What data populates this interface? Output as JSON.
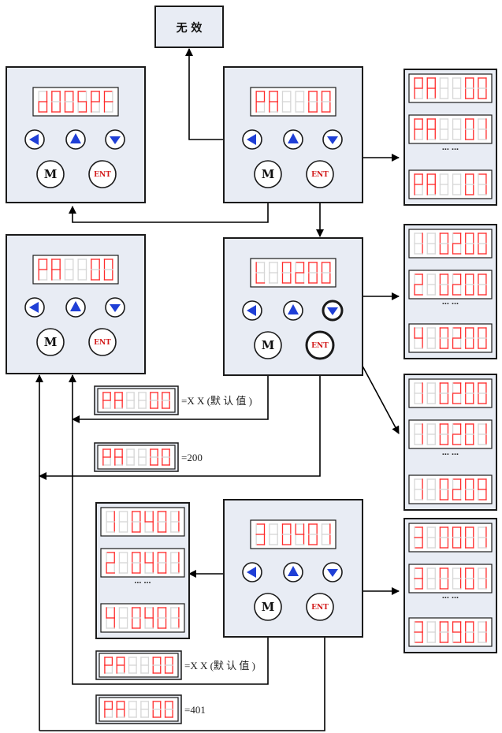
{
  "invalid_box": {
    "label": "无 效"
  },
  "panels": [
    {
      "id": "p1",
      "display": "d005PF",
      "m_label": "M",
      "ent_label": "ENT"
    },
    {
      "id": "p2",
      "display": "PA  00",
      "m_label": "M",
      "ent_label": "ENT"
    },
    {
      "id": "p3",
      "display": "PA  00",
      "m_label": "M",
      "ent_label": "ENT"
    },
    {
      "id": "p4",
      "display": "L 0200",
      "m_label": "M",
      "ent_label": "ENT"
    },
    {
      "id": "p5",
      "display": "3 0401",
      "m_label": "M",
      "ent_label": "ENT"
    }
  ],
  "strips": [
    {
      "id": "s1",
      "rows": [
        "PA  00",
        "PA  01",
        "PA  07"
      ],
      "ellipsis": "… …"
    },
    {
      "id": "s2",
      "rows": [
        "1 0200",
        "2 0200",
        "4 0200"
      ],
      "ellipsis": "… …"
    },
    {
      "id": "s3",
      "rows": [
        "1 0200",
        "1 0201",
        "1 0209"
      ],
      "ellipsis": "… …"
    },
    {
      "id": "s4",
      "rows": [
        "1 0401",
        "2 0401",
        "4 0401"
      ],
      "ellipsis": "… …"
    },
    {
      "id": "s5",
      "rows": [
        "3 0001",
        "3 0101",
        "3 0901"
      ],
      "ellipsis": "… …"
    }
  ],
  "result_boxes": [
    {
      "id": "r1",
      "display": "PA  00",
      "text": "=X X (默 认 值 )"
    },
    {
      "id": "r2",
      "display": "PA  00",
      "text": "=200"
    },
    {
      "id": "r3",
      "display": "PA  00",
      "text": "=X X (默 认 值 )"
    },
    {
      "id": "r4",
      "display": "PA  00",
      "text": "=401"
    }
  ],
  "colors": {
    "segment_on": "#ff2a2a",
    "segment_off": "#d6d6d6",
    "arrow_button": "#1f3fd6",
    "ent_text": "#d21a1a",
    "panel_fill": "#e8ecf4"
  }
}
